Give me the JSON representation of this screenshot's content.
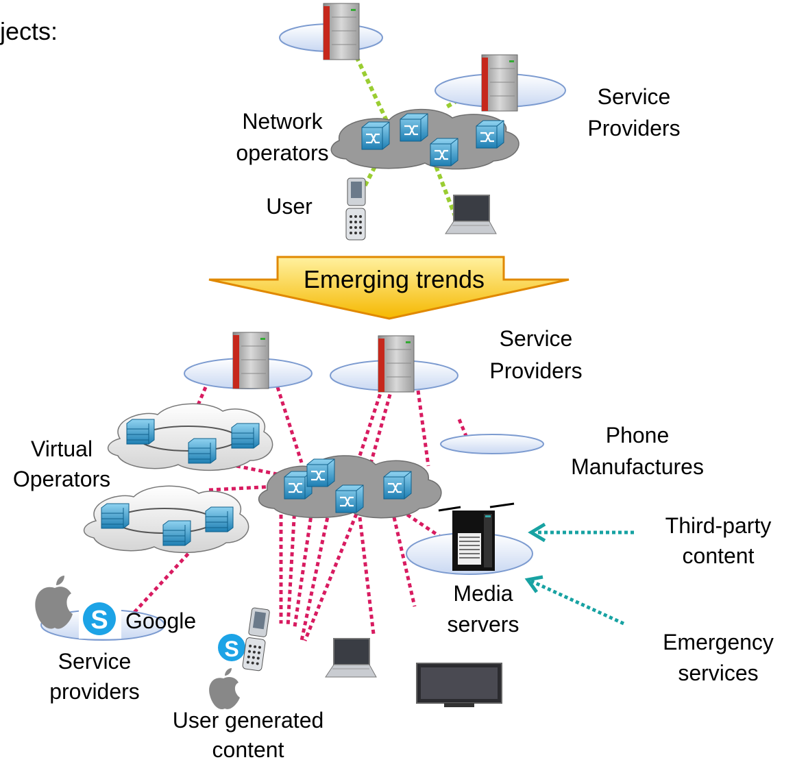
{
  "header": {
    "partial_title": "jects:"
  },
  "top": {
    "service_providers": [
      "Service",
      "Providers"
    ],
    "network_operators": [
      "Network",
      "operators"
    ],
    "user": "User"
  },
  "transition": {
    "label": "Emerging trends"
  },
  "bottom": {
    "service_providers": [
      "Service",
      "Providers"
    ],
    "phone_manufactures": [
      "Phone",
      "Manufactures"
    ],
    "virtual_operators": [
      "Virtual",
      "Operators"
    ],
    "third_party": [
      "Third-party",
      "content"
    ],
    "emergency": [
      "Emergency",
      "services"
    ],
    "media_servers": [
      "Media",
      "servers"
    ],
    "google": "Google",
    "service_providers_small": [
      "Service",
      "providers"
    ],
    "user_generated": [
      "User generated",
      "content"
    ]
  },
  "colors": {
    "green_link": "#9acd32",
    "pink_link": "#d81b60",
    "teal_arrow": "#17a2a2",
    "arrow_fill": "#ffd21f",
    "cloud": "#9a9a9a",
    "ellipse": "#e6eefb"
  },
  "icons": [
    "server-icon",
    "router-icon",
    "cloud-icon",
    "phone-icon",
    "laptop-icon",
    "tv-icon",
    "apple-icon",
    "skype-icon",
    "media-server-icon"
  ]
}
